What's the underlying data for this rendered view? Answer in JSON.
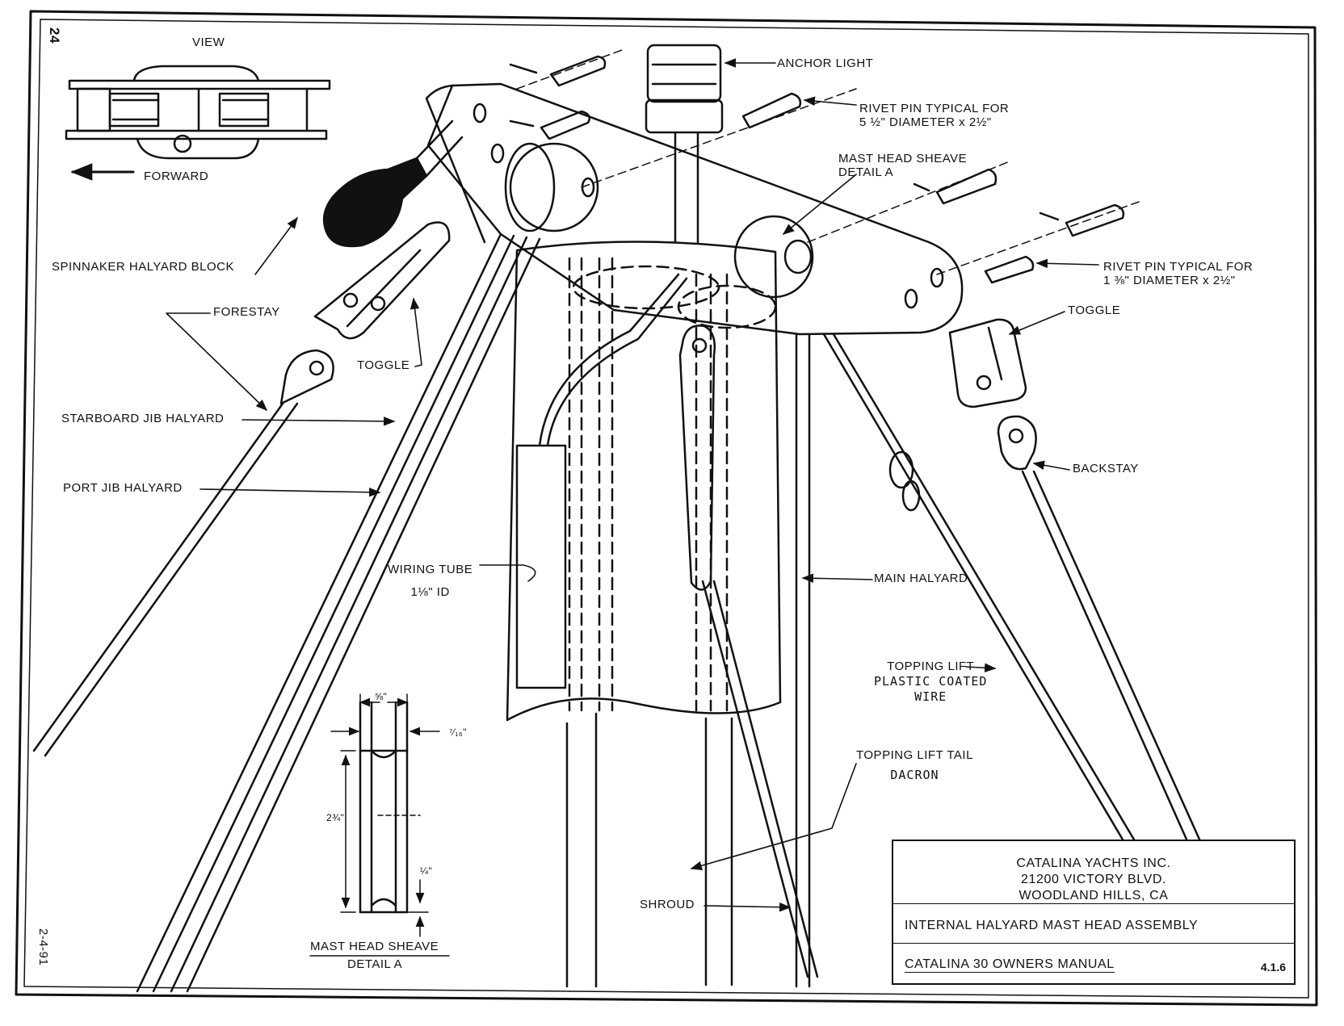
{
  "page": {
    "number": "24",
    "date": "2-4-91"
  },
  "top_view": {
    "label": "VIEW",
    "direction": "FORWARD"
  },
  "labels": {
    "anchor_light": "ANCHOR LIGHT",
    "rivet_pin_1": [
      "RIVET PIN TYPICAL FOR",
      "5 ½\" DIAMETER x 2½\""
    ],
    "mast_head_sheave_detail": [
      "MAST HEAD SHEAVE",
      "DETAIL A"
    ],
    "rivet_pin_2": [
      "RIVET PIN TYPICAL FOR",
      "1 ⅜\" DIAMETER x 2½\""
    ],
    "toggle_right": "TOGGLE",
    "spinnaker_halyard_block": "SPINNAKER HALYARD BLOCK",
    "forestay": "FORESTAY",
    "toggle_left": "TOGGLE",
    "starboard_jib_halyard": "STARBOARD JIB HALYARD",
    "port_jib_halyard": "PORT JIB HALYARD",
    "backstay": "BACKSTAY",
    "wiring_tube": [
      "WIRING TUBE",
      "1⅛\" ID"
    ],
    "main_halyard": "MAIN HALYARD",
    "topping_lift": [
      "TOPPING LIFT",
      "PLASTIC COATED",
      "WIRE"
    ],
    "topping_lift_tail": [
      "TOPPING LIFT TAIL",
      "DACRON"
    ],
    "shroud": "SHROUD"
  },
  "sheave_detail": {
    "dims": [
      "⅝\"",
      "⁷⁄₁₆\"",
      "2¾\"",
      "¼\""
    ],
    "title": "MAST HEAD SHEAVE",
    "subtitle": "DETAIL A"
  },
  "title_block": {
    "company": [
      "CATALINA YACHTS INC.",
      "21200 VICTORY BLVD.",
      "WOODLAND HILLS, CA"
    ],
    "drawing_title": "INTERNAL HALYARD MAST HEAD ASSEMBLY",
    "manual": "CATALINA 30 OWNERS MANUAL",
    "sheet": "4.1.6"
  }
}
